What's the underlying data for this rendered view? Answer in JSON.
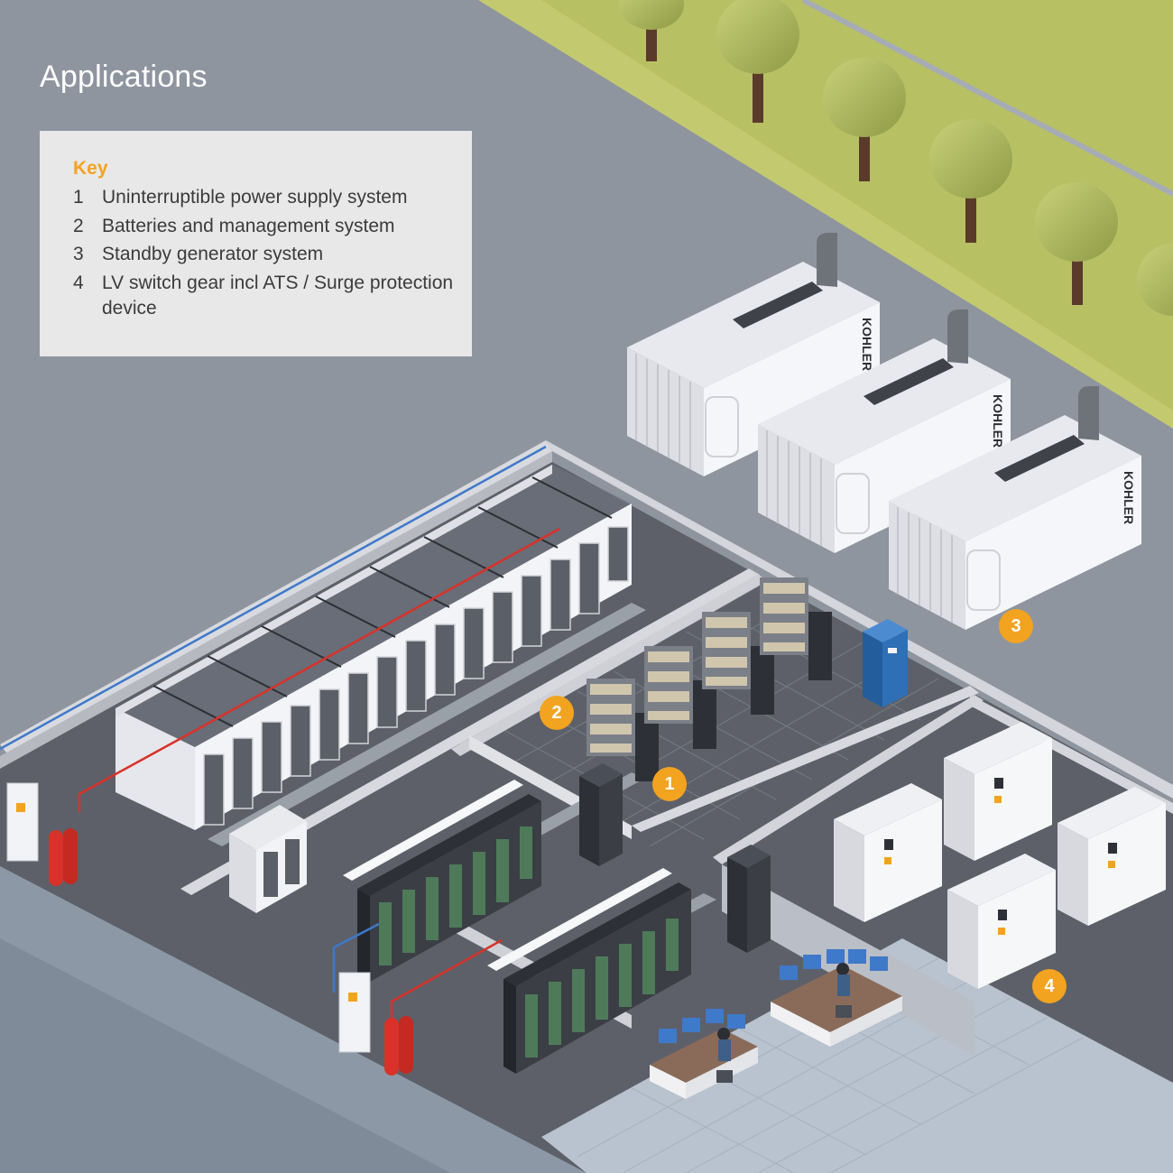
{
  "page": {
    "title": "Applications"
  },
  "key": {
    "title": "Key",
    "items": [
      {
        "number": "1",
        "label": "Uninterruptible power supply system"
      },
      {
        "number": "2",
        "label": "Batteries and management system"
      },
      {
        "number": "3",
        "label": "Standby generator system"
      },
      {
        "number": "4",
        "label": "LV switch gear incl ATS / Surge protection device"
      }
    ]
  },
  "markers": [
    {
      "id": "1",
      "label": "1"
    },
    {
      "id": "2",
      "label": "2"
    },
    {
      "id": "3",
      "label": "3"
    },
    {
      "id": "4",
      "label": "4"
    }
  ],
  "generator_brand": "KOHLER",
  "colors": {
    "accent_orange": "#f2a320",
    "background_grey": "#8e959f",
    "panel_grey": "#e8e8e8",
    "grass_green": "#b9c46a",
    "floor_tile": "#5d6069",
    "fire_red": "#d8322a",
    "pipe_blue": "#3f79c9",
    "rack_dark": "#3b3f45",
    "generator_white": "#eff0f4",
    "ats_panel_blue": "#2e6fb6"
  }
}
